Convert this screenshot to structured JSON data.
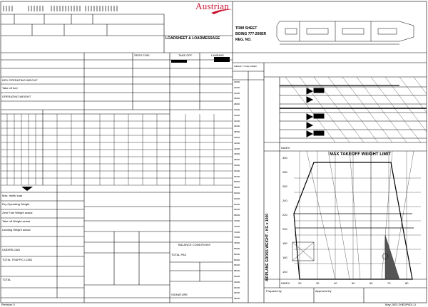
{
  "brand": {
    "name": "Austrian",
    "color": "#c8102e"
  },
  "form_title": "LOADSHEET & LOADMESSAGE",
  "header": {
    "trim_sheet": "TRIM SHEET",
    "aircraft": "BOING 777-200ER",
    "reg": "REG. NO."
  },
  "left": {
    "zero_fuel": "ZERO FUEL",
    "takeoff": "TAKE OFF",
    "landing": "LANDING",
    "dry_op_weight": "DRY OPERATING WEIGHT",
    "take_off_fuel": "Take off fuel",
    "operating_weight": "OPERATING WEIGHT",
    "max_traffic_load": "Max. traffic load",
    "dry_op_weight_2": "Dry Operating Weight",
    "zfw_actual": "Zero Fuel Weight actual",
    "tow_actual": "Take off Weight actual",
    "ldw_actual": "Landing Weight actual",
    "underload": "UNDERLOAD",
    "total_traffic_load": "TOTAL TRAFFIC LOAD",
    "total": "TOTAL",
    "total_pax": "TOTAL PAX",
    "balance": "BALANCE CONDITIONS",
    "signature": "SIGNATURE",
    "revision": "Revision 0"
  },
  "right": {
    "index_label": "INDEX",
    "weight_axis": "AIRPLANE GROSS WEIGHT - KG x 1000",
    "envelope_title": "MAX TAKEOFF WEIGHT LIMIT",
    "prepared_by": "Prepared by",
    "approved_by": "Approved by",
    "footer_ref": "May 2002 D0EDP001-D",
    "index_ticks": [
      "20",
      "30",
      "40",
      "50",
      "60",
      "70",
      "80"
    ],
    "weight_ticks": [
      "300",
      "280",
      "260",
      "240",
      "220",
      "200",
      "180",
      "160",
      "140"
    ]
  },
  "index_table": {
    "header": "WEIGHT / FUEL INDEX",
    "rows": [
      "20000",
      "22000",
      "24000",
      "26000",
      "28000",
      "30000",
      "32000",
      "34000",
      "36000",
      "38000",
      "40000",
      "42000",
      "44000",
      "46000",
      "48000",
      "50000",
      "52000",
      "54000",
      "56000",
      "58000",
      "60000",
      "62000",
      "64000",
      "66000",
      "68000",
      "70000",
      "72000",
      "74000",
      "76000",
      "78000",
      "80000",
      "82000",
      "84000",
      "86000",
      "88000",
      "90000",
      "92000",
      "94000",
      "96000",
      "98000"
    ]
  }
}
